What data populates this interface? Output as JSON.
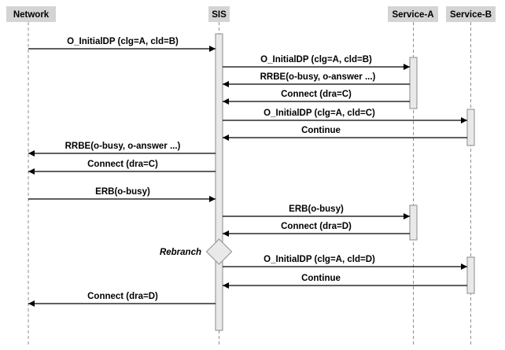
{
  "diagram": {
    "type": "sequence-diagram",
    "participants": [
      {
        "id": "network",
        "name": "Network"
      },
      {
        "id": "sis",
        "name": "SIS"
      },
      {
        "id": "service-a",
        "name": "Service-A"
      },
      {
        "id": "service-b",
        "name": "Service-B"
      }
    ],
    "messages": [
      {
        "from": "Network",
        "to": "SIS",
        "label": "O_InitialDP (clg=A, cld=B)"
      },
      {
        "from": "SIS",
        "to": "Service-A",
        "label": "O_InitialDP (clg=A, cld=B)"
      },
      {
        "from": "Service-A",
        "to": "SIS",
        "label": "RRBE(o-busy, o-answer ...)"
      },
      {
        "from": "Service-A",
        "to": "SIS",
        "label": "Connect (dra=C)"
      },
      {
        "from": "SIS",
        "to": "Service-B",
        "label": "O_InitialDP (clg=A, cld=C)"
      },
      {
        "from": "Service-B",
        "to": "SIS",
        "label": "Continue"
      },
      {
        "from": "SIS",
        "to": "Network",
        "label": "RRBE(o-busy, o-answer ...)"
      },
      {
        "from": "SIS",
        "to": "Network",
        "label": "Connect (dra=C)"
      },
      {
        "from": "Network",
        "to": "SIS",
        "label": "ERB(o-busy)"
      },
      {
        "from": "SIS",
        "to": "Service-A",
        "label": "ERB(o-busy)"
      },
      {
        "from": "Service-A",
        "to": "SIS",
        "label": "Connect (dra=D)"
      },
      {
        "from": "SIS",
        "to": "Service-B",
        "label": "O_InitialDP (clg=A, cld=D)"
      },
      {
        "from": "Service-B",
        "to": "SIS",
        "label": "Continue"
      },
      {
        "from": "SIS",
        "to": "Network",
        "label": "Connect (dra=D)"
      }
    ],
    "annotations": [
      {
        "shape": "diamond",
        "on": "SIS",
        "label": "Rebranch"
      }
    ],
    "colors": {
      "background": "#ffffff",
      "participant_box_fill": "#d4d4d4",
      "activation_fill": "#e9e9e9",
      "activation_border": "#8a8a8a",
      "lifeline": "#8f8f8f",
      "message_line": "#000000",
      "text": "#000000",
      "diamond_fill": "#e9e9e9",
      "diamond_border": "#9a9a9a"
    }
  }
}
